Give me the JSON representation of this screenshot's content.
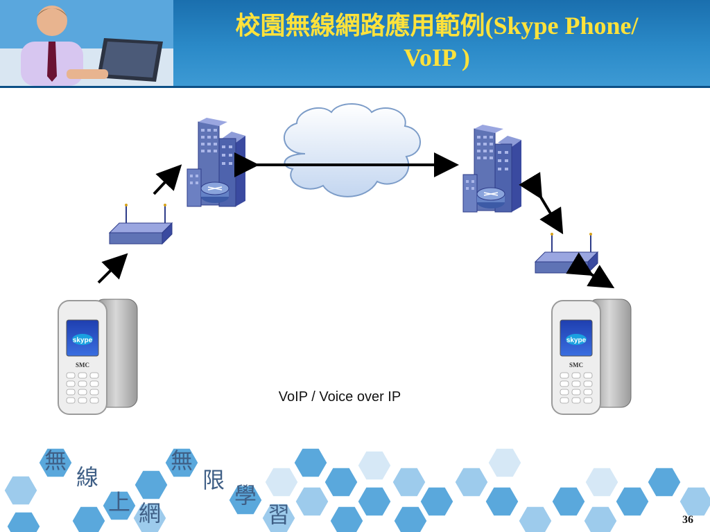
{
  "slide": {
    "title_line1": "校園無線網路應用範例(Skype Phone/",
    "title_line2": "VoIP )",
    "caption": "VoIP / Voice over IP",
    "page_number": "36"
  },
  "phones": {
    "screen_logo": "skype",
    "brand": "SMC"
  },
  "banner": {
    "characters": [
      "無",
      "線",
      "上",
      "網",
      "無",
      "限",
      "學",
      "習"
    ]
  },
  "colors": {
    "header_blue": "#2b8ac8",
    "title_yellow": "#ffe23b",
    "hexagon_blue": "#5aa8dc",
    "device_blue": "#5f73b5"
  }
}
